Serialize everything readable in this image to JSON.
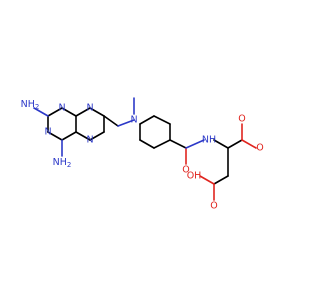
{
  "molecule": {
    "atoms": {
      "nh2_top": "NH",
      "nh2_top_sub": "2",
      "nh2_bottom": "NH",
      "nh2_bottom_sub": "2",
      "n_ring1": "N",
      "n_ring2": "N",
      "n_ring3": "N",
      "n_ring4": "N",
      "n_methyl": "N",
      "amide_o": "O",
      "amide_nh": "NH",
      "ester_o_carbonyl": "O",
      "ester_o": "O",
      "acid_o": "O",
      "acid_oh": "OH"
    },
    "colors": {
      "nitrogen": "#2c39c8",
      "oxygen": "#e0241e",
      "carbon": "#000000"
    }
  }
}
